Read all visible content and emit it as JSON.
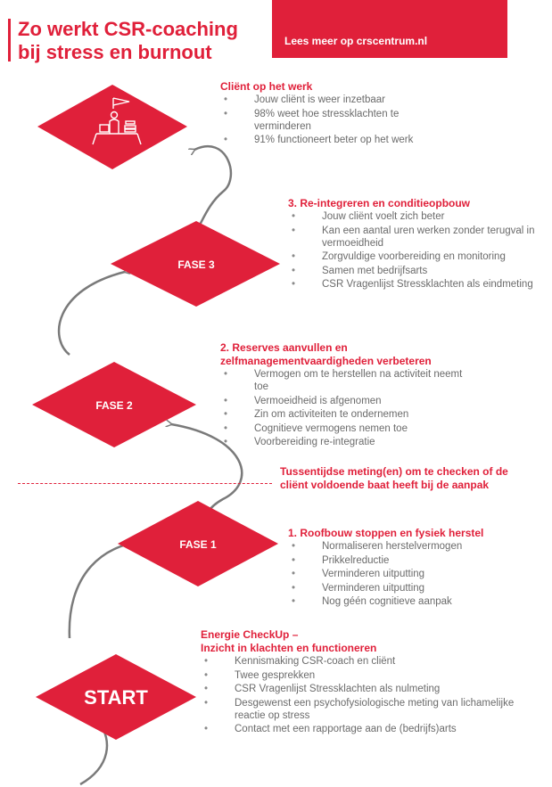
{
  "header": {
    "title_line1": "Zo werkt CSR-coaching",
    "title_line2": "bij stress en burnout",
    "banner_text": "Lees meer op crscentrum.nl"
  },
  "colors": {
    "accent": "#e0203a",
    "text": "#6b6b6b",
    "connector": "#7a7a7a"
  },
  "diamonds": {
    "top_icon": "worker-at-desk-icon",
    "fase3": "FASE 3",
    "fase2": "FASE 2",
    "fase1": "FASE 1",
    "start": "START"
  },
  "client": {
    "heading": "Cliënt op het werk",
    "items": [
      "Jouw cliënt is weer inzetbaar",
      "98% weet hoe stressklachten te verminderen",
      "91% functioneert beter op het werk"
    ]
  },
  "phase3": {
    "heading": "3. Re-integreren en conditieopbouw",
    "items": [
      "Jouw cliënt voelt zich beter",
      "Kan een aantal uren werken zonder terugval in vermoeidheid",
      "Zorgvuldige voorbereiding en monitoring",
      "Samen met bedrijfsarts",
      "CSR Vragenlijst Stressklachten als eindmeting"
    ]
  },
  "phase2": {
    "heading": "2. Reserves aanvullen en zelfmanagementvaardigheden verbeteren",
    "items": [
      "Vermogen om te herstellen na activiteit neemt toe",
      "Vermoeidheid is afgenomen",
      "Zin om activiteiten te ondernemen",
      "Cognitieve vermogens nemen toe",
      "Voorbereiding re-integratie"
    ]
  },
  "interim": {
    "text": "Tussentijdse meting(en) om te checken of de cliënt voldoende baat heeft bij de aanpak"
  },
  "phase1": {
    "heading": "1.  Roofbouw stoppen en fysiek herstel",
    "items": [
      "Normaliseren herstelvermogen",
      "Prikkelreductie",
      "Verminderen uitputting",
      "Verminderen uitputting",
      "Nog géén cognitieve aanpak"
    ]
  },
  "start": {
    "heading_line1": "Energie CheckUp –",
    "heading_line2": "Inzicht in klachten en functioneren",
    "items": [
      "Kennismaking CSR-coach en cliënt",
      "Twee gesprekken",
      "CSR Vragenlijst Stressklachten als nulmeting",
      "Desgewenst een psychofysiologische meting van lichamelijke reactie op stress",
      "Contact met een rapportage aan de (bedrijfs)arts"
    ]
  }
}
